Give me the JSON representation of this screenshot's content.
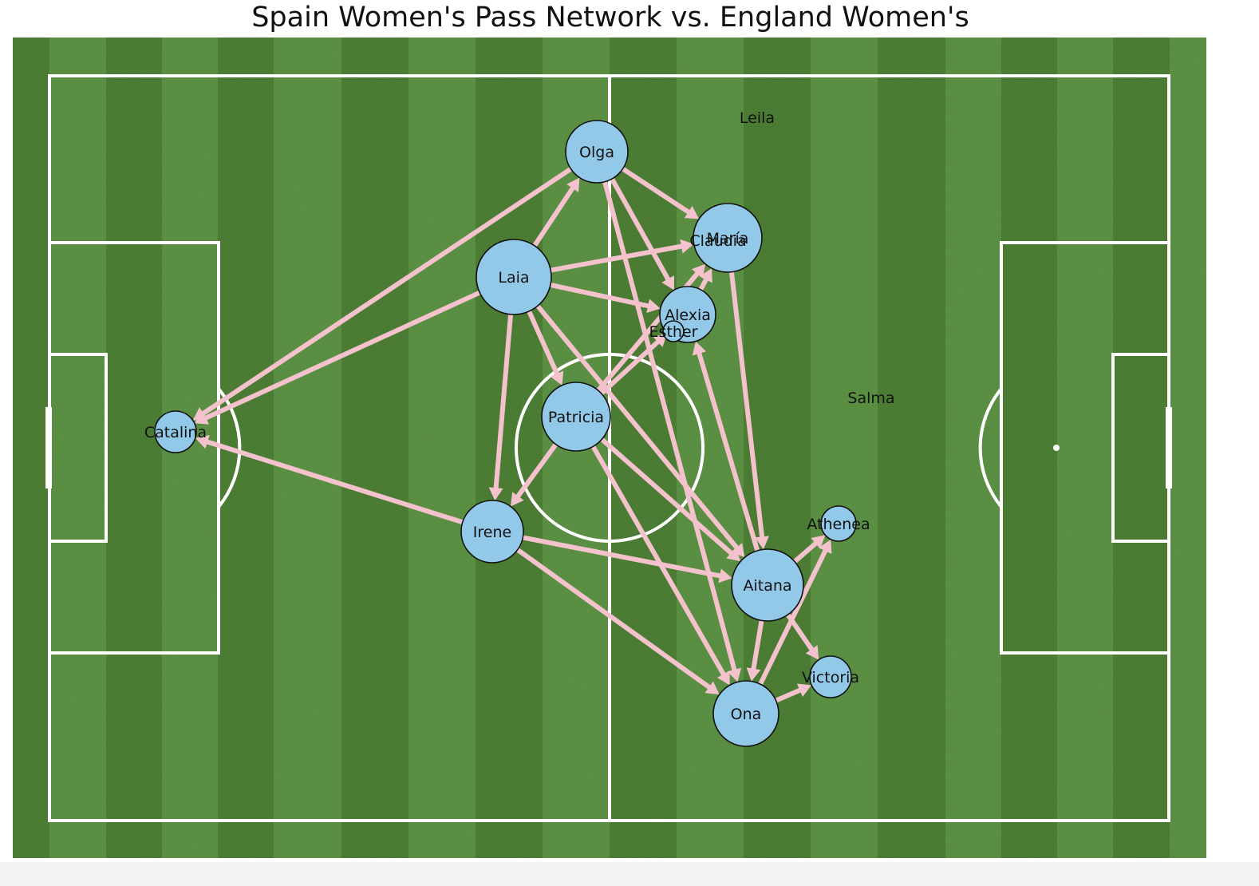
{
  "title": "Spain Women's Pass Network vs. England Women's",
  "colors": {
    "grass_light": "#5e9646",
    "grass_dark": "#4f8236",
    "lines": "#ffffff",
    "node_fill": "#93c9e8",
    "node_stroke": "#111111",
    "edge": "#f4c2cc",
    "label": "#111111"
  },
  "players": [
    {
      "name": "Olga"
    },
    {
      "name": "María"
    },
    {
      "name": "Claudia"
    },
    {
      "name": "Laia"
    },
    {
      "name": "Alexia"
    },
    {
      "name": "Esther"
    },
    {
      "name": "Patricia"
    },
    {
      "name": "Catalina"
    },
    {
      "name": "Irene"
    },
    {
      "name": "Aitana"
    },
    {
      "name": "Athenea"
    },
    {
      "name": "Victoria"
    },
    {
      "name": "Ona"
    },
    {
      "name": "Leila"
    },
    {
      "name": "Salma"
    }
  ],
  "passes": [
    {
      "from": "Olga",
      "to": "Catalina"
    },
    {
      "from": "Laia",
      "to": "Catalina"
    },
    {
      "from": "Irene",
      "to": "Catalina"
    },
    {
      "from": "Olga",
      "to": "María"
    },
    {
      "from": "Olga",
      "to": "Alexia"
    },
    {
      "from": "Olga",
      "to": "Ona"
    },
    {
      "from": "Laia",
      "to": "Olga"
    },
    {
      "from": "Laia",
      "to": "María"
    },
    {
      "from": "Laia",
      "to": "Alexia"
    },
    {
      "from": "Laia",
      "to": "Irene"
    },
    {
      "from": "Laia",
      "to": "Patricia"
    },
    {
      "from": "Laia",
      "to": "Aitana"
    },
    {
      "from": "Patricia",
      "to": "Alexia"
    },
    {
      "from": "Patricia",
      "to": "María"
    },
    {
      "from": "Patricia",
      "to": "Irene"
    },
    {
      "from": "Patricia",
      "to": "Aitana"
    },
    {
      "from": "Patricia",
      "to": "Ona"
    },
    {
      "from": "Irene",
      "to": "Aitana"
    },
    {
      "from": "Irene",
      "to": "Ona"
    },
    {
      "from": "Aitana",
      "to": "Alexia"
    },
    {
      "from": "María",
      "to": "Aitana"
    },
    {
      "from": "Aitana",
      "to": "Athenea"
    },
    {
      "from": "Aitana",
      "to": "Victoria"
    },
    {
      "from": "Aitana",
      "to": "Ona"
    },
    {
      "from": "Ona",
      "to": "Victoria"
    },
    {
      "from": "Ona",
      "to": "Athenea"
    },
    {
      "from": "Alexia",
      "to": "María"
    }
  ]
}
